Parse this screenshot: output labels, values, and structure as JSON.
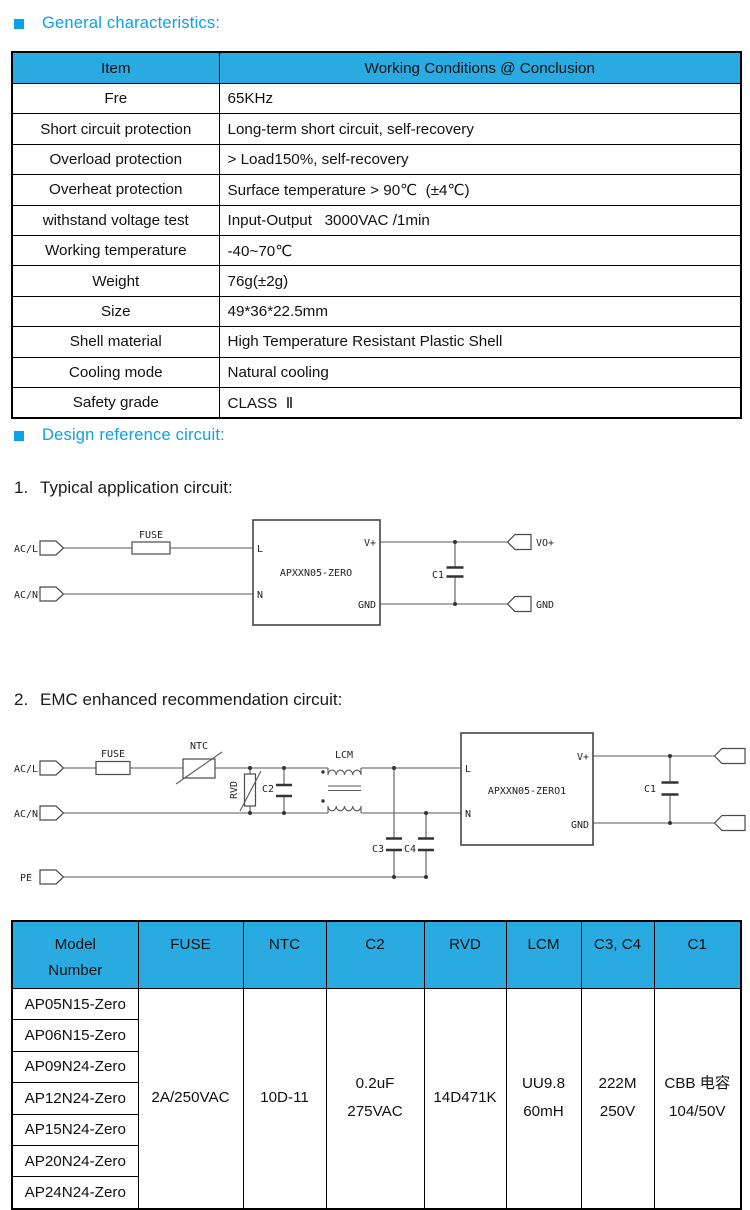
{
  "headings": {
    "section1": "General characteristics:",
    "section2": "Design reference circuit:",
    "sub1_number": "1.",
    "sub1": "Typical application circuit:",
    "sub2_number": "2.",
    "sub2": "EMC enhanced recommendation circuit:"
  },
  "colors": {
    "accent_blue": "#0CA0E8",
    "table_header_bg": "#29ABE2"
  },
  "table1": {
    "headers": [
      "Item",
      "Working Conditions @ Conclusion"
    ],
    "rows": [
      {
        "item": "Fre",
        "value": "65KHz"
      },
      {
        "item": "Short circuit protection",
        "value": "Long-term short circuit, self-recovery"
      },
      {
        "item": "Overload protection",
        "value": "> Load150%, self-recovery"
      },
      {
        "item": "Overheat protection",
        "value": "Surface temperature > 90℃  (±4℃)"
      },
      {
        "item": "withstand voltage test",
        "value": "Input-Output   3000VAC /1min"
      },
      {
        "item": "Working temperature",
        "value": "-40~70℃"
      },
      {
        "item": "Weight",
        "value": "76g(±2g)"
      },
      {
        "item": "Size",
        "value": "49*36*22.5mm"
      },
      {
        "item": "Shell material",
        "value": "High Temperature Resistant Plastic Shell"
      },
      {
        "item": "Cooling mode",
        "value": "Natural cooling"
      },
      {
        "item": "Safety grade",
        "value": "CLASS  Ⅱ"
      }
    ]
  },
  "circuit1": {
    "labels": {
      "acl": "AC/L",
      "acn": "AC/N",
      "fuse": "FUSE",
      "pin_l": "L",
      "pin_n": "N",
      "pin_vplus": "V+",
      "pin_gnd": "GND",
      "module": "APXXN05-ZERO",
      "c1": "C1",
      "out_vo": "VO+",
      "out_gnd": "GND"
    }
  },
  "circuit2": {
    "labels": {
      "acl": "AC/L",
      "acn": "AC/N",
      "pe": "PE",
      "fuse": "FUSE",
      "ntc": "NTC",
      "rvd": "RVD",
      "c2": "C2",
      "lcm": "LCM",
      "c3": "C3",
      "c4": "C4",
      "pin_l": "L",
      "pin_n": "N",
      "pin_vplus": "V+",
      "pin_gnd": "GND",
      "module": "APXXN05-ZERO1",
      "c1": "C1"
    }
  },
  "table2": {
    "header": {
      "model_line1": "Model",
      "model_line2": "Number",
      "cols": [
        "FUSE",
        "NTC",
        "C2",
        "RVD",
        "LCM",
        "C3, C4",
        "C1"
      ]
    },
    "models": [
      "AP05N15-Zero",
      "AP06N15-Zero",
      "AP09N24-Zero",
      "AP12N24-Zero",
      "AP15N24-Zero",
      "AP20N24-Zero",
      "AP24N24-Zero"
    ],
    "specs": {
      "fuse": [
        "2A/250VAC"
      ],
      "ntc": [
        "10D-11"
      ],
      "c2": [
        "0.2uF",
        "275VAC"
      ],
      "rvd": [
        "14D471K"
      ],
      "lcm": [
        "UU9.8",
        "60mH"
      ],
      "c3c4": [
        "222M",
        "250V"
      ],
      "c1": [
        "CBB 电容",
        "104/50V"
      ]
    }
  }
}
